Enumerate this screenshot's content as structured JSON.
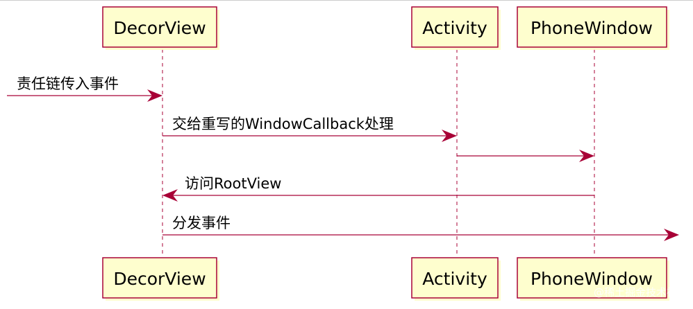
{
  "participants": {
    "decorview": "DecorView",
    "activity": "Activity",
    "phonewindow": "PhoneWindow"
  },
  "messages": [
    {
      "id": "msg-1",
      "label": "责任链传入事件",
      "from": "external",
      "to": "decorview"
    },
    {
      "id": "msg-2",
      "label": "交给重写的WindowCallback处理",
      "from": "decorview",
      "to": "activity"
    },
    {
      "id": "msg-3",
      "label": "",
      "from": "activity",
      "to": "phonewindow"
    },
    {
      "id": "msg-4",
      "label": "访问RootView",
      "from": "phonewindow",
      "to": "decorview"
    },
    {
      "id": "msg-5",
      "label": "分发事件",
      "from": "decorview",
      "to": "external"
    }
  ],
  "watermark": "@稀土掘金技术社区",
  "colors": {
    "border": "#a80036",
    "participant_fill": "#fefece",
    "background": "#ffffff"
  }
}
